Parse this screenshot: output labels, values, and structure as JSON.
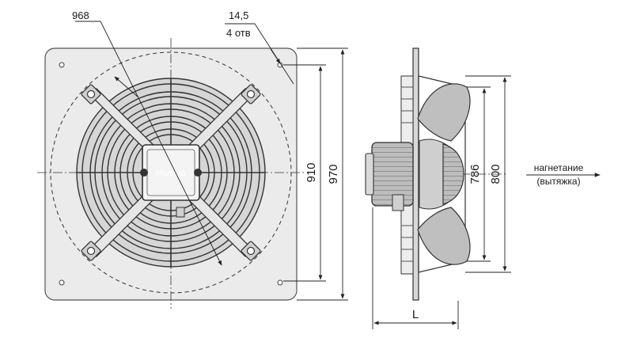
{
  "front_view": {
    "brand_label": "Hlvento",
    "dim_circle": "968",
    "dim_hole_size": "14,5",
    "dim_hole_count": "4 отв",
    "dim_mount_spacing": "910",
    "dim_plate_size": "970"
  },
  "side_view": {
    "dim_inner": "786",
    "dim_outer": "800",
    "dim_length": "L",
    "airflow_line1": "нагнетание",
    "airflow_line2": "(вытяжка)"
  }
}
